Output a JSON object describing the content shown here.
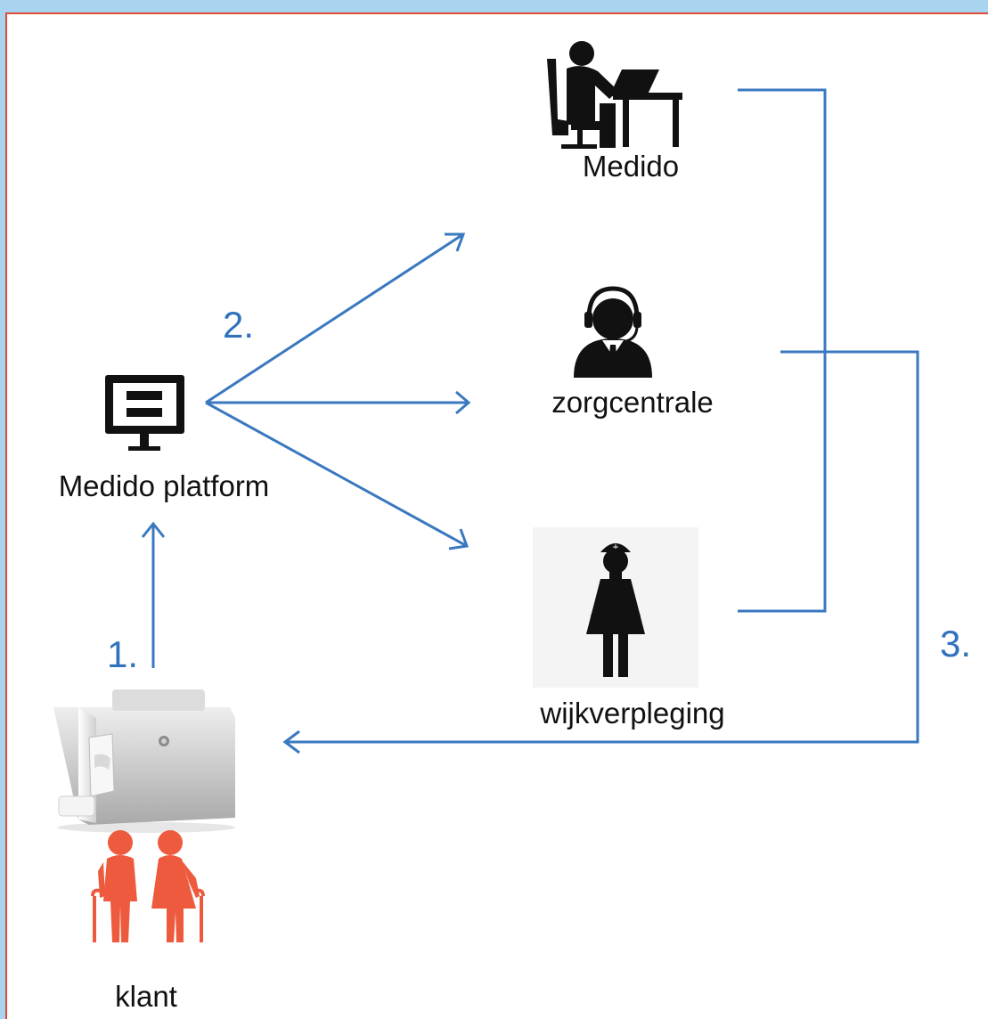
{
  "nodes": {
    "medido": {
      "label": "Medido",
      "icon": "desk-worker-icon"
    },
    "zorgcentrale": {
      "label": "zorgcentrale",
      "icon": "headset-operator-icon"
    },
    "wijkverpleging": {
      "label": "wijkverpleging",
      "icon": "nurse-icon"
    },
    "platform": {
      "label": "Medido platform",
      "icon": "monitor-icon"
    },
    "device": {
      "icon": "medication-dispenser-icon"
    },
    "klant": {
      "label": "klant",
      "icon": "elderly-couple-icon"
    }
  },
  "steps": [
    "1.",
    "2.",
    "3."
  ],
  "colors": {
    "background": "#a9d4ef",
    "frame_border": "#e04a3a",
    "flow": "#3a78c0",
    "step_text": "#2f73bd",
    "klant_icon": "#ee5a3e"
  }
}
